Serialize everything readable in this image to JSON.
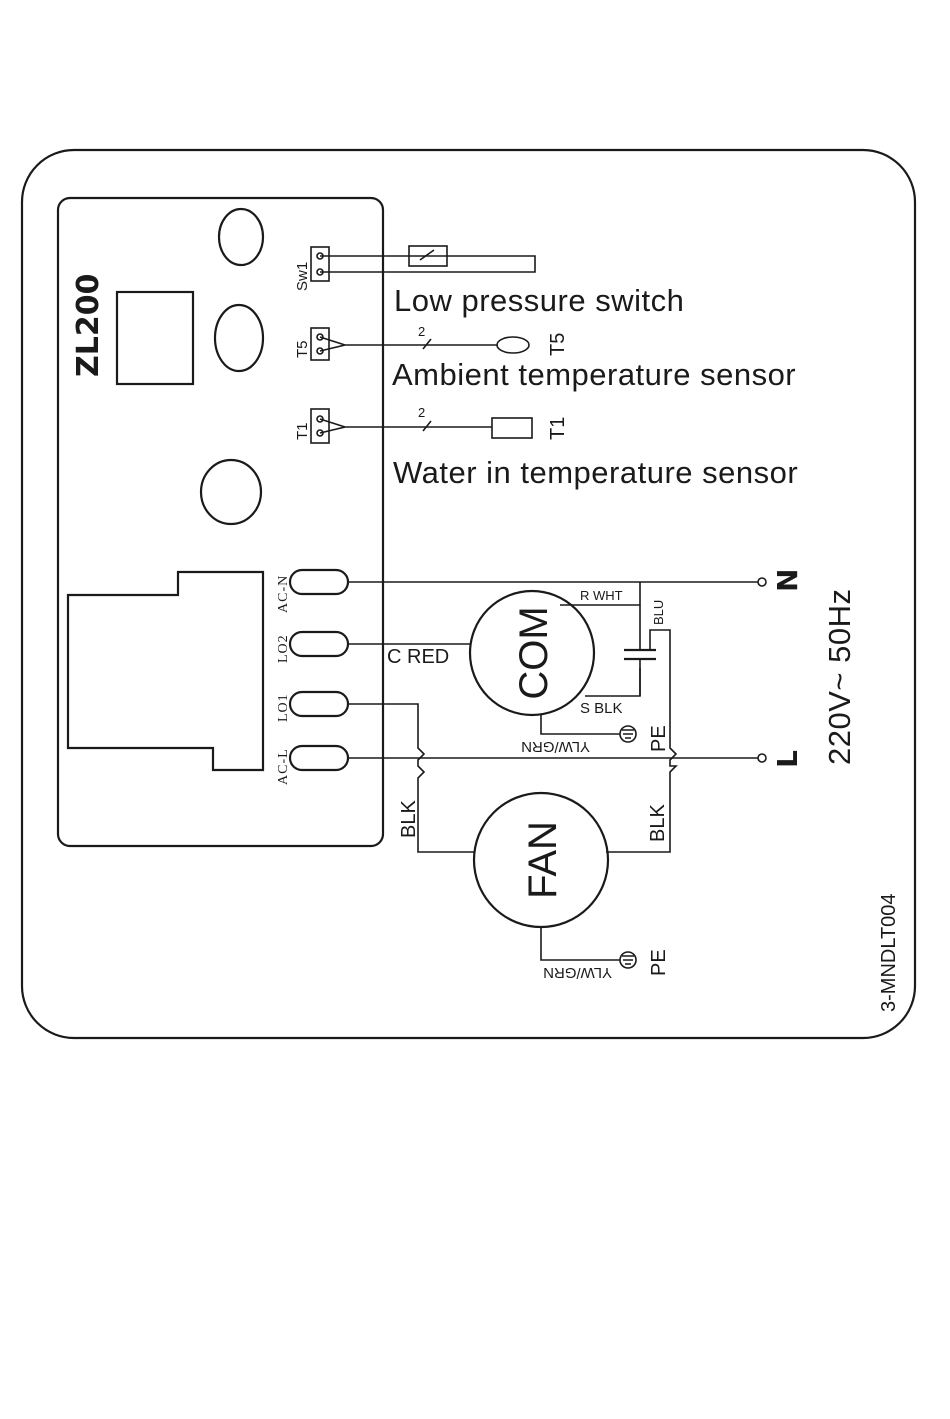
{
  "board": {
    "model": "ZL200"
  },
  "terminals": {
    "sw1": "Sw1",
    "t5": "T5",
    "t1": "T1",
    "ac_n": "AC-N",
    "lo2": "LO2",
    "lo1": "LO1",
    "ac_l": "AC-L"
  },
  "sensors": {
    "low_pressure": "Low pressure switch",
    "ambient": "Ambient temperature sensor",
    "ambient_tag": "T5",
    "water_in": "Water in temperature sensor",
    "water_in_tag": "T1",
    "wire_count": "2"
  },
  "compressor": {
    "label": "COM",
    "c_wire": "C RED",
    "r_wire": "R WHT",
    "s_wire": "S BLK",
    "cap_wire": "BLU",
    "ground_wire": "YLW/GRN",
    "ground": "PE"
  },
  "fan": {
    "label": "FAN",
    "left_wire": "BLK",
    "right_wire": "BLK",
    "ground_wire": "YLW/GRN",
    "ground": "PE"
  },
  "power": {
    "neutral": "N",
    "line": "L",
    "supply": "220V~ 50Hz"
  },
  "drawing_number": "3-MNDLT004"
}
